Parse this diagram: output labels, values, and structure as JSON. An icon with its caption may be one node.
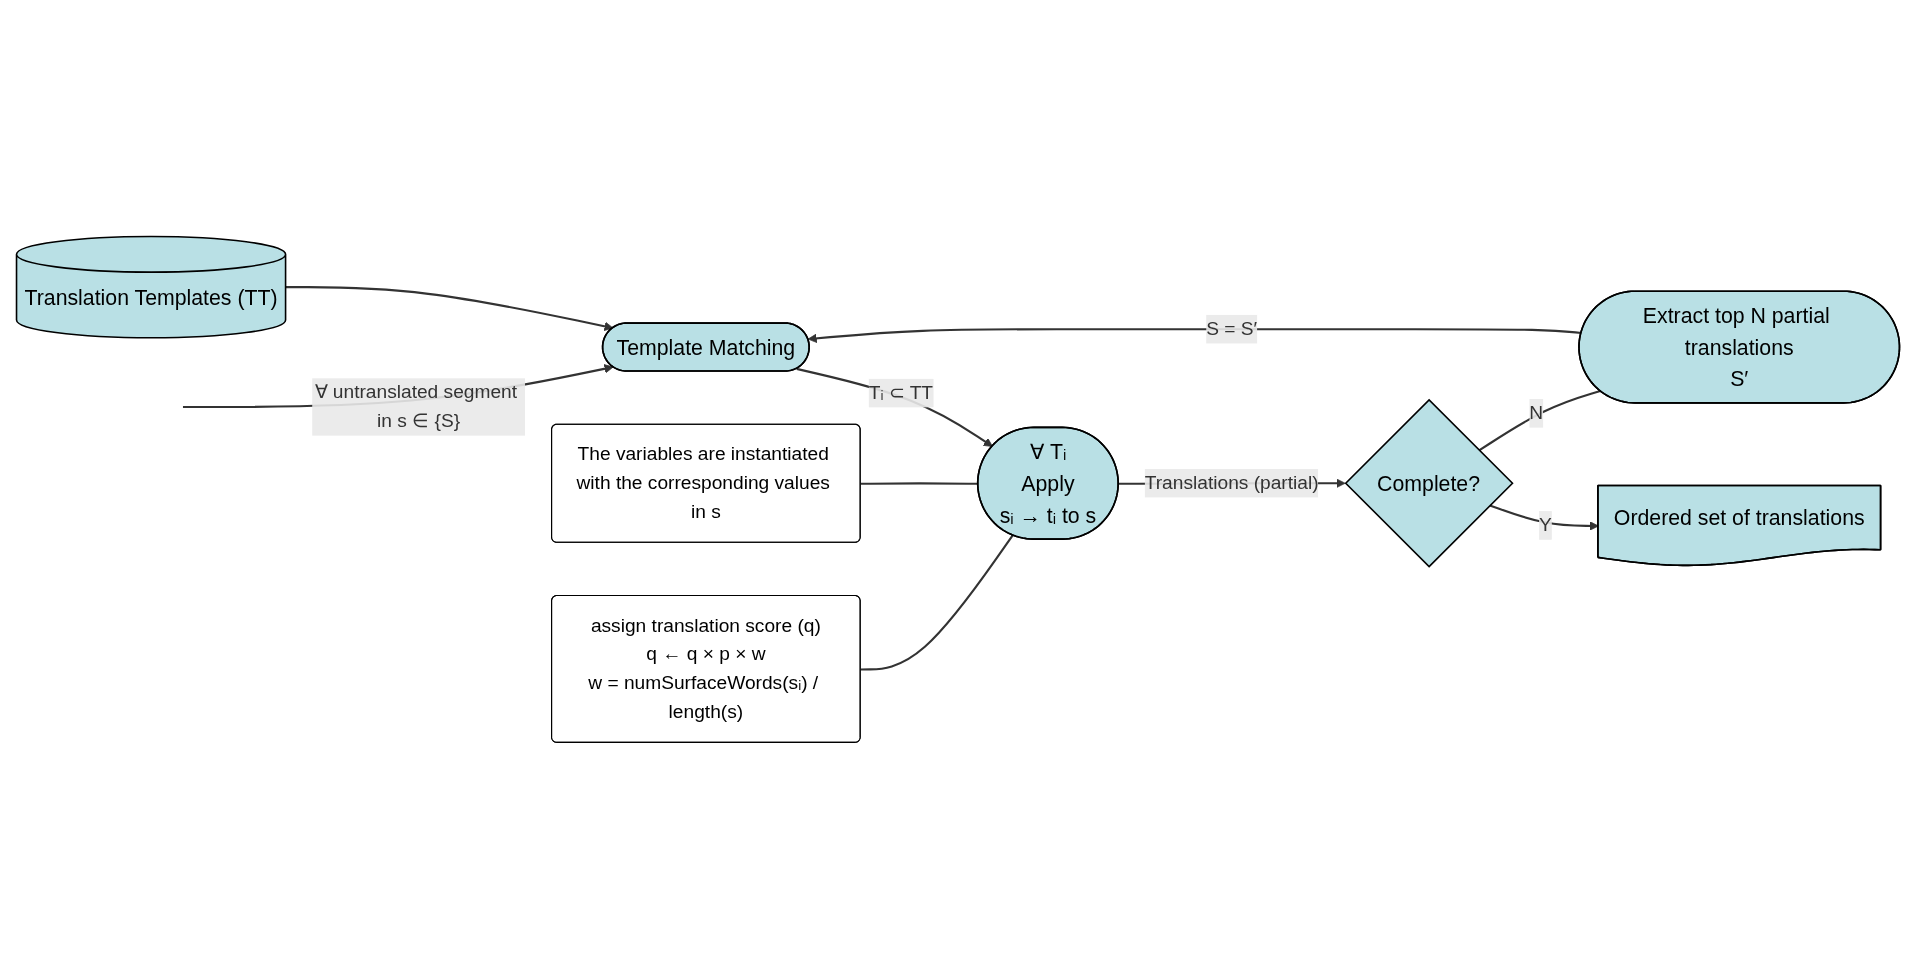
{
  "diagram": {
    "nodes": [
      {
        "text": [
          "Translation Templates (TT)"
        ]
      },
      {
        "text": [
          "Template Matching"
        ]
      },
      {
        "text": [
          "∀ Tᵢ",
          "Apply",
          "sᵢ → tᵢ to s"
        ]
      },
      {
        "text": [
          "The variables are instantiated with the corresponding values in s"
        ]
      },
      {
        "text": [
          "assign translation score (q)",
          "q ← q × p × w",
          "w = numSurfaceWords(sᵢ) / length(s)"
        ]
      },
      {
        "text": [
          "Complete?"
        ]
      },
      {
        "text": [
          "Ordered set of translations"
        ]
      },
      {
        "text": [
          "Extract top N partial translations",
          "S′"
        ]
      }
    ],
    "edges": [
      {
        "from": null,
        "to": 1,
        "arrow": "to",
        "label": "∀ untranslated segment in s ∈ {S}"
      },
      {
        "from": 0,
        "to": 1,
        "arrow": "to"
      },
      {
        "from": 1,
        "to": 2,
        "arrow": "to",
        "label": "Tᵢ ⊂ TT"
      },
      {
        "from": 3,
        "to": 2,
        "arrow": "none"
      },
      {
        "from": 4,
        "to": 2,
        "arrow": "none"
      },
      {
        "from": 2,
        "to": 5,
        "arrow": "to",
        "label": "Translations (partial)"
      },
      {
        "from": 5,
        "to": 6,
        "arrow": "to",
        "label": "Y"
      },
      {
        "from": 5,
        "to": 7,
        "arrow": "none",
        "label": "N"
      },
      {
        "from": 7,
        "to": 1,
        "arrow": "to",
        "label": "S = S′"
      }
    ]
  }
}
